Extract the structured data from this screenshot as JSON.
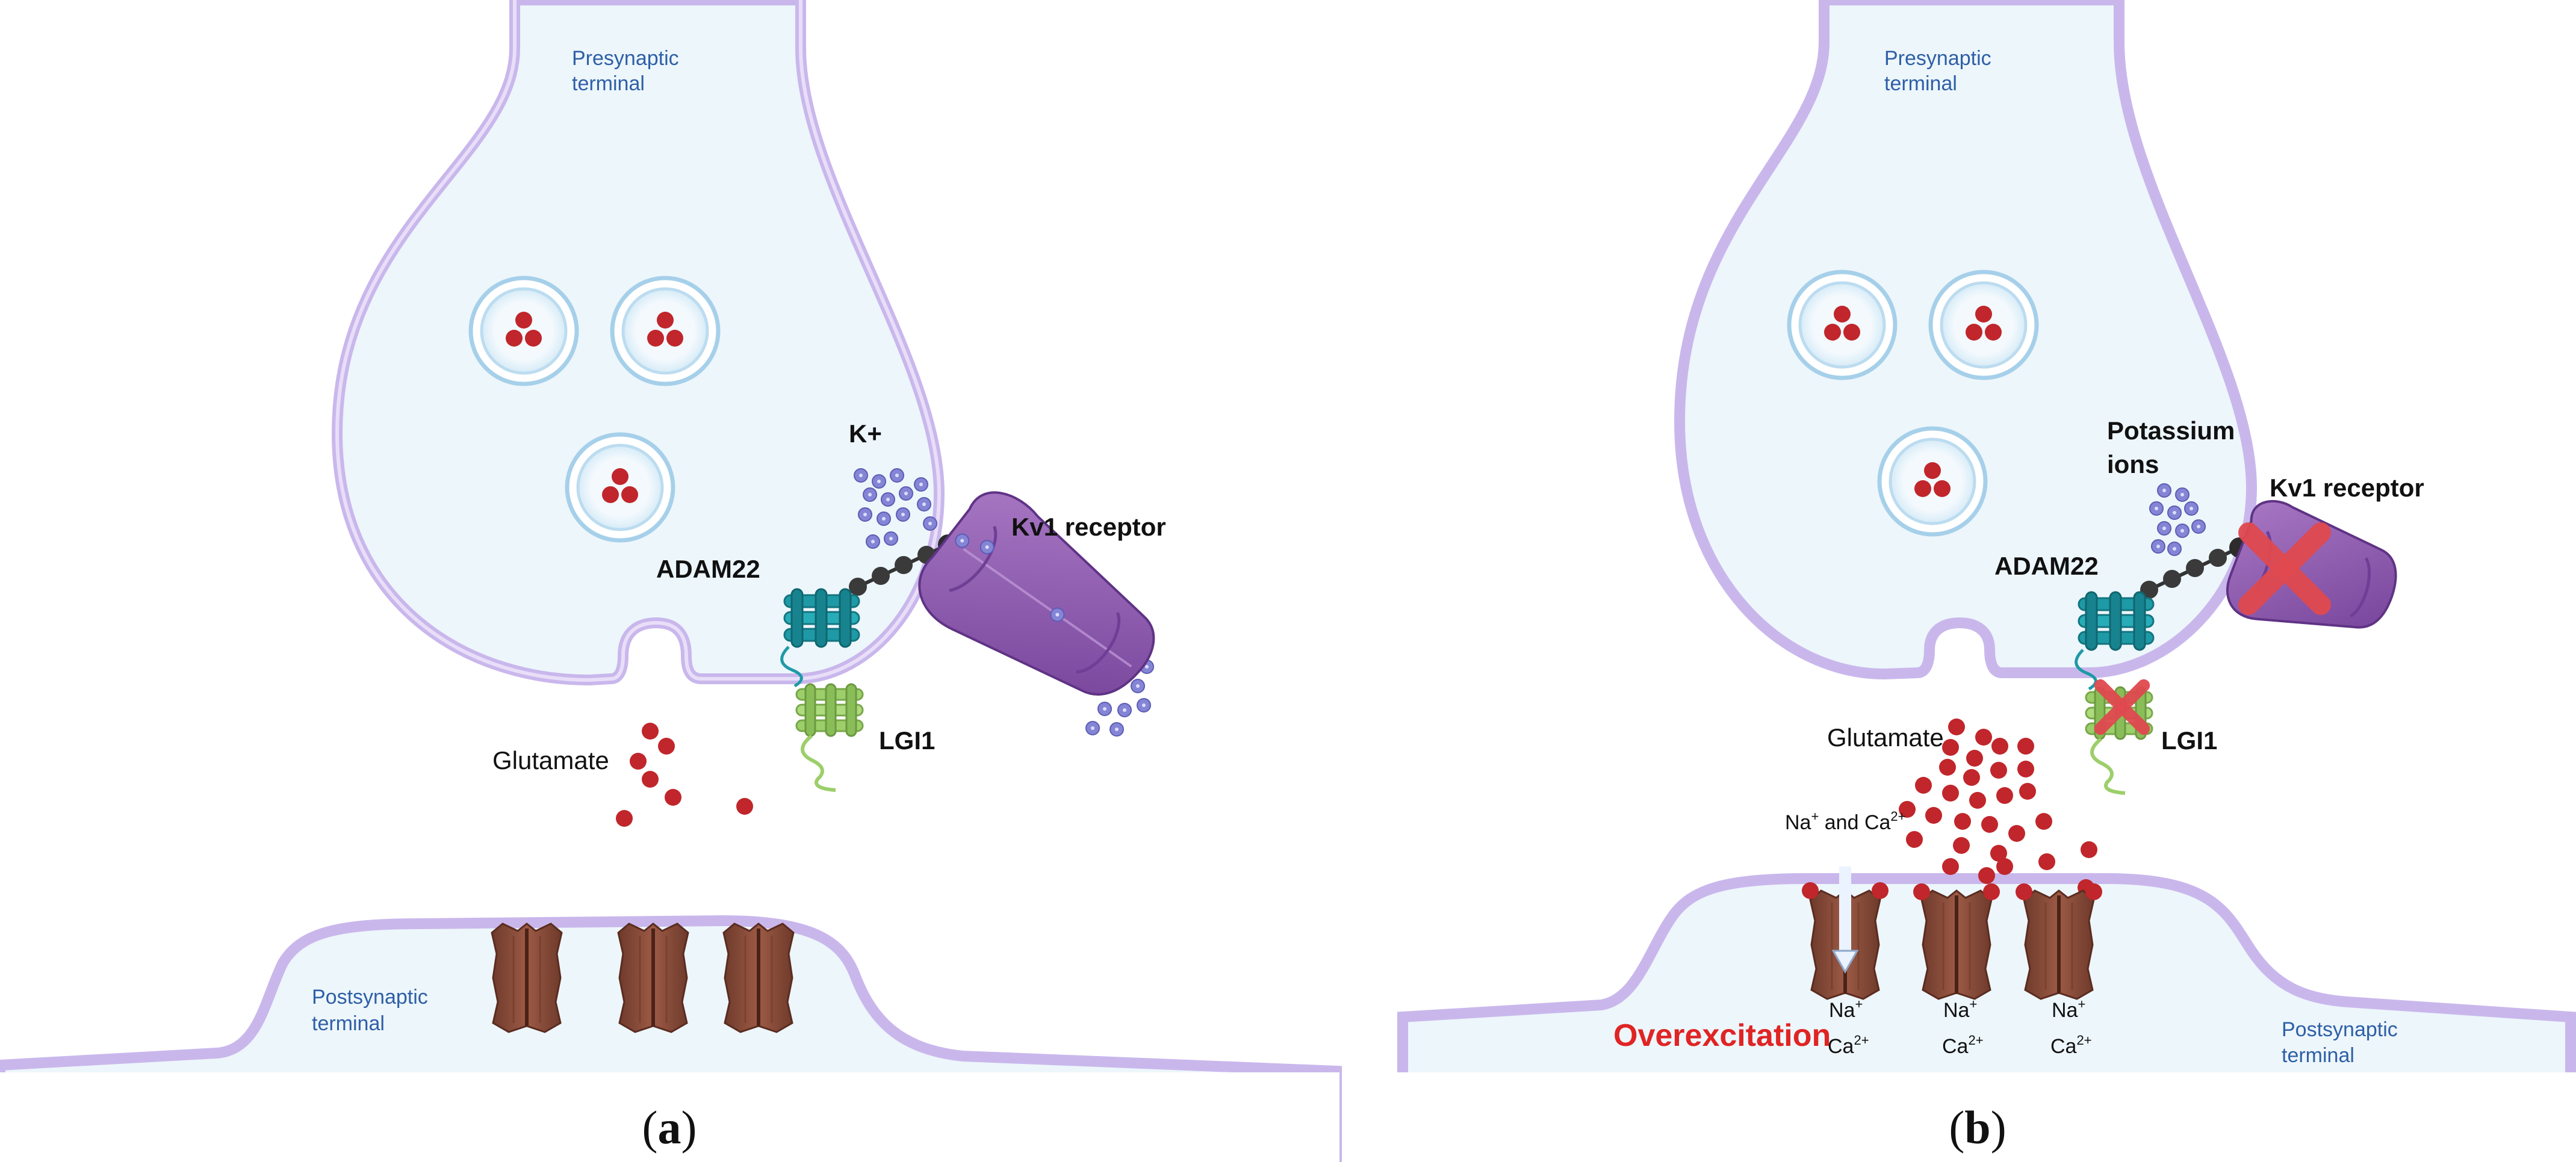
{
  "panel_a": {
    "presynaptic": [
      "Presynaptic",
      "terminal"
    ],
    "postsynaptic": [
      "Postsynaptic",
      "terminal"
    ],
    "k_label": "K+",
    "kv1_label": "Kv1 receptor",
    "adam22_label": "ADAM22",
    "lgi1_label": "LGI1",
    "glutamate_label": "Glutamate",
    "caption_letter": "a"
  },
  "panel_b": {
    "presynaptic": [
      "Presynaptic",
      "terminal"
    ],
    "postsynaptic": [
      "Postsynaptic",
      "terminal"
    ],
    "potassium_label": [
      "Potassium",
      "ions"
    ],
    "kv1_label": "Kv1 receptor",
    "adam22_label": "ADAM22",
    "lgi1_label": "LGI1",
    "glutamate_label": "Glutamate",
    "influx_label": {
      "na": "Na",
      "plus": "+",
      "and": " and Ca",
      "ca_charge": "2+"
    },
    "channel_ions": [
      {
        "na": "Na",
        "na_charge": "+",
        "ca": "Ca",
        "ca_charge": "2+"
      },
      {
        "na": "Na",
        "na_charge": "+",
        "ca": "Ca",
        "ca_charge": "2+"
      },
      {
        "na": "Na",
        "na_charge": "+",
        "ca": "Ca",
        "ca_charge": "2+"
      }
    ],
    "overexcitation_label": "Overexcitation",
    "caption_letter": "b"
  },
  "colors": {
    "membrane": "#c9b7ec",
    "cytoplasm": "#edf6fb",
    "glutamate": "#c0262b",
    "potassium": "#7f7fd3",
    "adam22": "#1e9aa6",
    "lgi1": "#9ccf6a",
    "kv1": "#8e5bb0",
    "receptor": "#8b4d3b",
    "block_x": "#e0494f",
    "overexcitation": "#e02424"
  }
}
